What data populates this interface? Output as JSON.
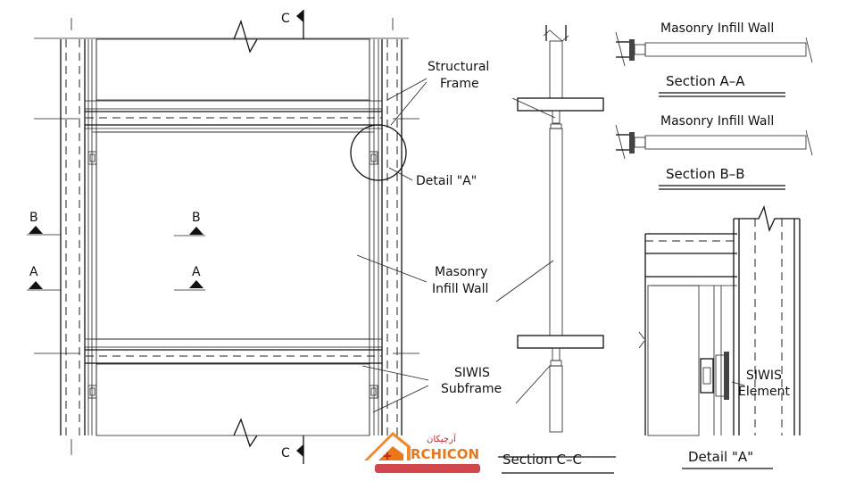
{
  "elevation": {
    "labels": {
      "structural_frame": [
        "Structural",
        "Frame"
      ],
      "detail_a": "Detail \"A\"",
      "masonry_infill": [
        "Masonry",
        "Infill Wall"
      ],
      "siwis_subframe": [
        "SIWIS",
        "Subframe"
      ]
    },
    "section_marks": {
      "c_top": "C",
      "c_bottom": "C",
      "b_left": "B",
      "a_left": "A",
      "b_inner": "B",
      "a_inner": "A"
    }
  },
  "section_cc": {
    "title": "Section C–C"
  },
  "section_aa": {
    "label": "Masonry Infill Wall",
    "title": "Section A–A"
  },
  "section_bb": {
    "label": "Masonry Infill Wall",
    "title": "Section B–B"
  },
  "detail_a": {
    "label": [
      "SIWIS",
      "Element"
    ],
    "title": "Detail \"A\""
  },
  "logo": {
    "name": "RCHICON",
    "arabic": "آرچیکان",
    "colors": {
      "orange": "#e8781a",
      "red": "#c8282d"
    }
  }
}
